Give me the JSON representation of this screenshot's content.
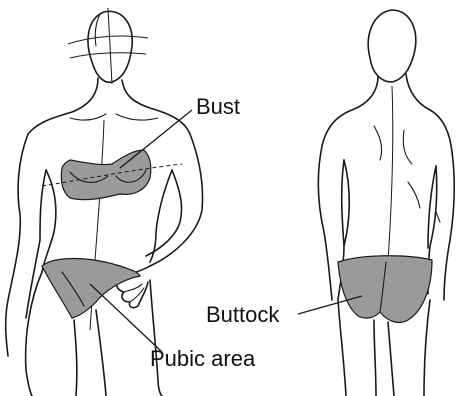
{
  "labels": {
    "bust": "Bust",
    "buttock": "Buttock",
    "pubic_area": "Pubic area"
  },
  "colors": {
    "measured_area_fill": "#9a9a9a",
    "line": "#1a1a1a",
    "background": "#ffffff"
  }
}
